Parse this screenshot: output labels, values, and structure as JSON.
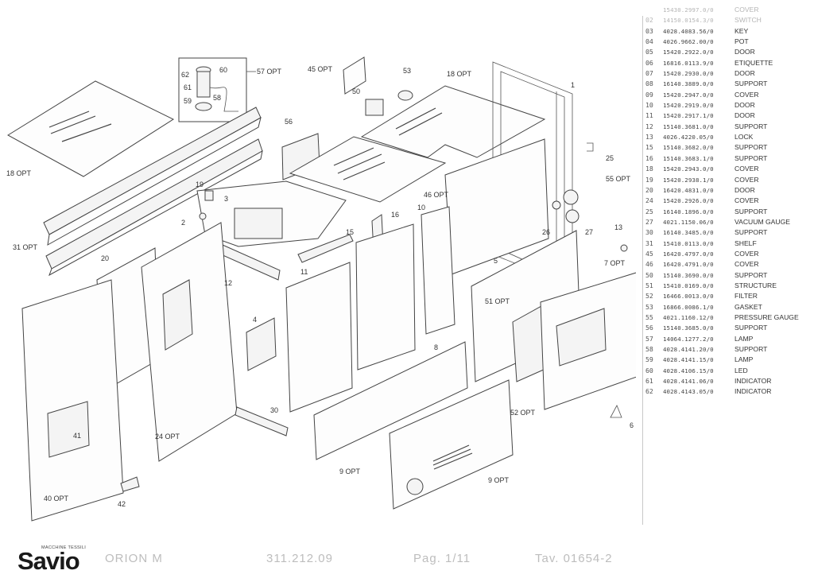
{
  "callouts": {
    "c57": "57 OPT",
    "c62": "62",
    "c61": "61",
    "c60": "60",
    "c59": "59",
    "c58": "58",
    "c45": "45 OPT",
    "c50": "50",
    "c53": "53",
    "c18a": "18 OPT",
    "c1": "1",
    "c18b": "18 OPT",
    "c56": "56",
    "c46": "46 OPT",
    "c25": "25",
    "c55": "55 OPT",
    "c19": "19",
    "c3": "3",
    "c2": "2",
    "c16": "16",
    "c10": "10",
    "c15": "15",
    "c26": "26",
    "c27": "27",
    "c13": "13",
    "c31": "31 OPT",
    "c12": "12",
    "c20": "20",
    "c11": "11",
    "c5": "5",
    "c7": "7 OPT",
    "c8": "8",
    "c4": "4",
    "c51": "51 OPT",
    "c30": "30",
    "c52": "52 OPT",
    "c6": "6",
    "c24": "24 OPT",
    "c41": "41",
    "c9a": "9 OPT",
    "c9b": "9 OPT",
    "c40": "40 OPT",
    "c42": "42"
  },
  "parts_list": [
    {
      "pos": "",
      "code": "15430.2997.0/0",
      "desc": "COVER",
      "faint": true
    },
    {
      "pos": "02",
      "code": "14150.0154.3/0",
      "desc": "SWITCH",
      "faint": true
    },
    {
      "pos": "03",
      "code": "4028.4083.56/0",
      "desc": "KEY"
    },
    {
      "pos": "04",
      "code": "4026.9662.00/0",
      "desc": "POT"
    },
    {
      "pos": "05",
      "code": "15420.2922.0/0",
      "desc": "DOOR"
    },
    {
      "pos": "06",
      "code": "16816.0113.9/0",
      "desc": "ETIQUETTE"
    },
    {
      "pos": "07",
      "code": "15420.2930.0/0",
      "desc": "DOOR"
    },
    {
      "pos": "08",
      "code": "16140.3889.0/0",
      "desc": "SUPPORT"
    },
    {
      "pos": "09",
      "code": "15420.2947.0/0",
      "desc": "COVER"
    },
    {
      "pos": "10",
      "code": "15420.2919.0/0",
      "desc": "DOOR"
    },
    {
      "pos": "11",
      "code": "15420.2917.1/0",
      "desc": "DOOR"
    },
    {
      "pos": "12",
      "code": "15140.3681.0/0",
      "desc": "SUPPORT"
    },
    {
      "pos": "13",
      "code": "4026.4220.05/0",
      "desc": "LOCK"
    },
    {
      "pos": "15",
      "code": "15140.3682.0/0",
      "desc": "SUPPORT"
    },
    {
      "pos": "16",
      "code": "15140.3683.1/0",
      "desc": "SUPPORT"
    },
    {
      "pos": "18",
      "code": "15420.2943.0/0",
      "desc": "COVER"
    },
    {
      "pos": "19",
      "code": "15420.2938.1/0",
      "desc": "COVER"
    },
    {
      "pos": "20",
      "code": "16420.4831.0/0",
      "desc": "DOOR"
    },
    {
      "pos": "24",
      "code": "15420.2926.0/0",
      "desc": "COVER"
    },
    {
      "pos": "25",
      "code": "16140.1896.0/0",
      "desc": "SUPPORT"
    },
    {
      "pos": "27",
      "code": "4021.1150.06/0",
      "desc": "VACUUM GAUGE"
    },
    {
      "pos": "30",
      "code": "16140.3485.0/0",
      "desc": "SUPPORT"
    },
    {
      "pos": "31",
      "code": "15410.0113.0/0",
      "desc": "SHELF"
    },
    {
      "pos": "45",
      "code": "16420.4797.0/0",
      "desc": "COVER"
    },
    {
      "pos": "46",
      "code": "16420.4791.0/0",
      "desc": "COVER"
    },
    {
      "pos": "50",
      "code": "15140.3690.0/0",
      "desc": "SUPPORT"
    },
    {
      "pos": "51",
      "code": "15410.0169.0/0",
      "desc": "STRUCTURE"
    },
    {
      "pos": "52",
      "code": "16466.0013.0/0",
      "desc": "FILTER"
    },
    {
      "pos": "53",
      "code": "16866.0086.1/0",
      "desc": "GASKET"
    },
    {
      "pos": "55",
      "code": "4021.1160.12/0",
      "desc": "PRESSURE GAUGE"
    },
    {
      "pos": "56",
      "code": "15140.3685.0/0",
      "desc": "SUPPORT"
    },
    {
      "pos": "57",
      "code": "14064.1277.2/0",
      "desc": "LAMP"
    },
    {
      "pos": "58",
      "code": "4028.4141.20/0",
      "desc": "SUPPORT"
    },
    {
      "pos": "59",
      "code": "4028.4141.15/0",
      "desc": "LAMP"
    },
    {
      "pos": "60",
      "code": "4028.4106.15/0",
      "desc": "LED"
    },
    {
      "pos": "61",
      "code": "4028.4141.06/0",
      "desc": "INDICATOR"
    },
    {
      "pos": "62",
      "code": "4028.4143.05/0",
      "desc": "INDICATOR"
    }
  ],
  "footer": {
    "logo_sub": "MACCHINE TESSILI",
    "logo": "Savio",
    "model": "ORION M",
    "drawing_no": "311.212.09",
    "page": "Pag. 1/11",
    "tav": "Tav. 01654-2"
  },
  "colors": {
    "ink": "#333333",
    "paper": "#ffffff",
    "faint": "#bdbdbd"
  }
}
